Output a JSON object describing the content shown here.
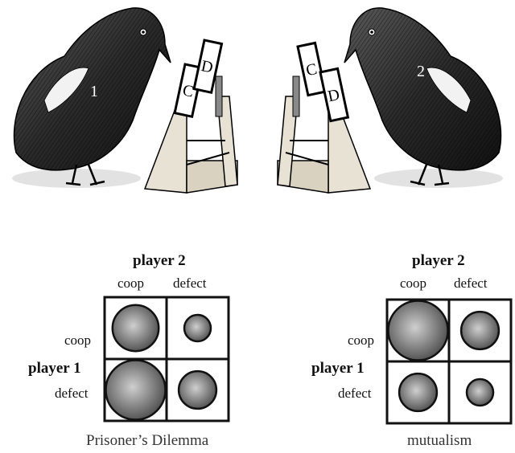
{
  "illustration": {
    "bird_left_number": "1",
    "bird_right_number": "2",
    "card_coop": "C",
    "card_defect": "D"
  },
  "matrices": [
    {
      "caption": "Prisoner’s Dilemma",
      "col_title": "player 2",
      "col_labels": [
        "coop",
        "defect"
      ],
      "row_title": "player 1",
      "row_labels": [
        "coop",
        "defect"
      ],
      "payoff_sizes": [
        [
          3,
          1
        ],
        [
          5,
          2
        ]
      ]
    },
    {
      "caption": "mutualism",
      "col_title": "player 2",
      "col_labels": [
        "coop",
        "defect"
      ],
      "row_title": "player 1",
      "row_labels": [
        "coop",
        "defect"
      ],
      "payoff_sizes": [
        [
          5,
          2
        ],
        [
          2,
          1
        ]
      ]
    }
  ],
  "colors": {
    "ink": "#111111",
    "sphere_light": "#cfcfcf",
    "sphere_dark": "#4a4a4a"
  }
}
